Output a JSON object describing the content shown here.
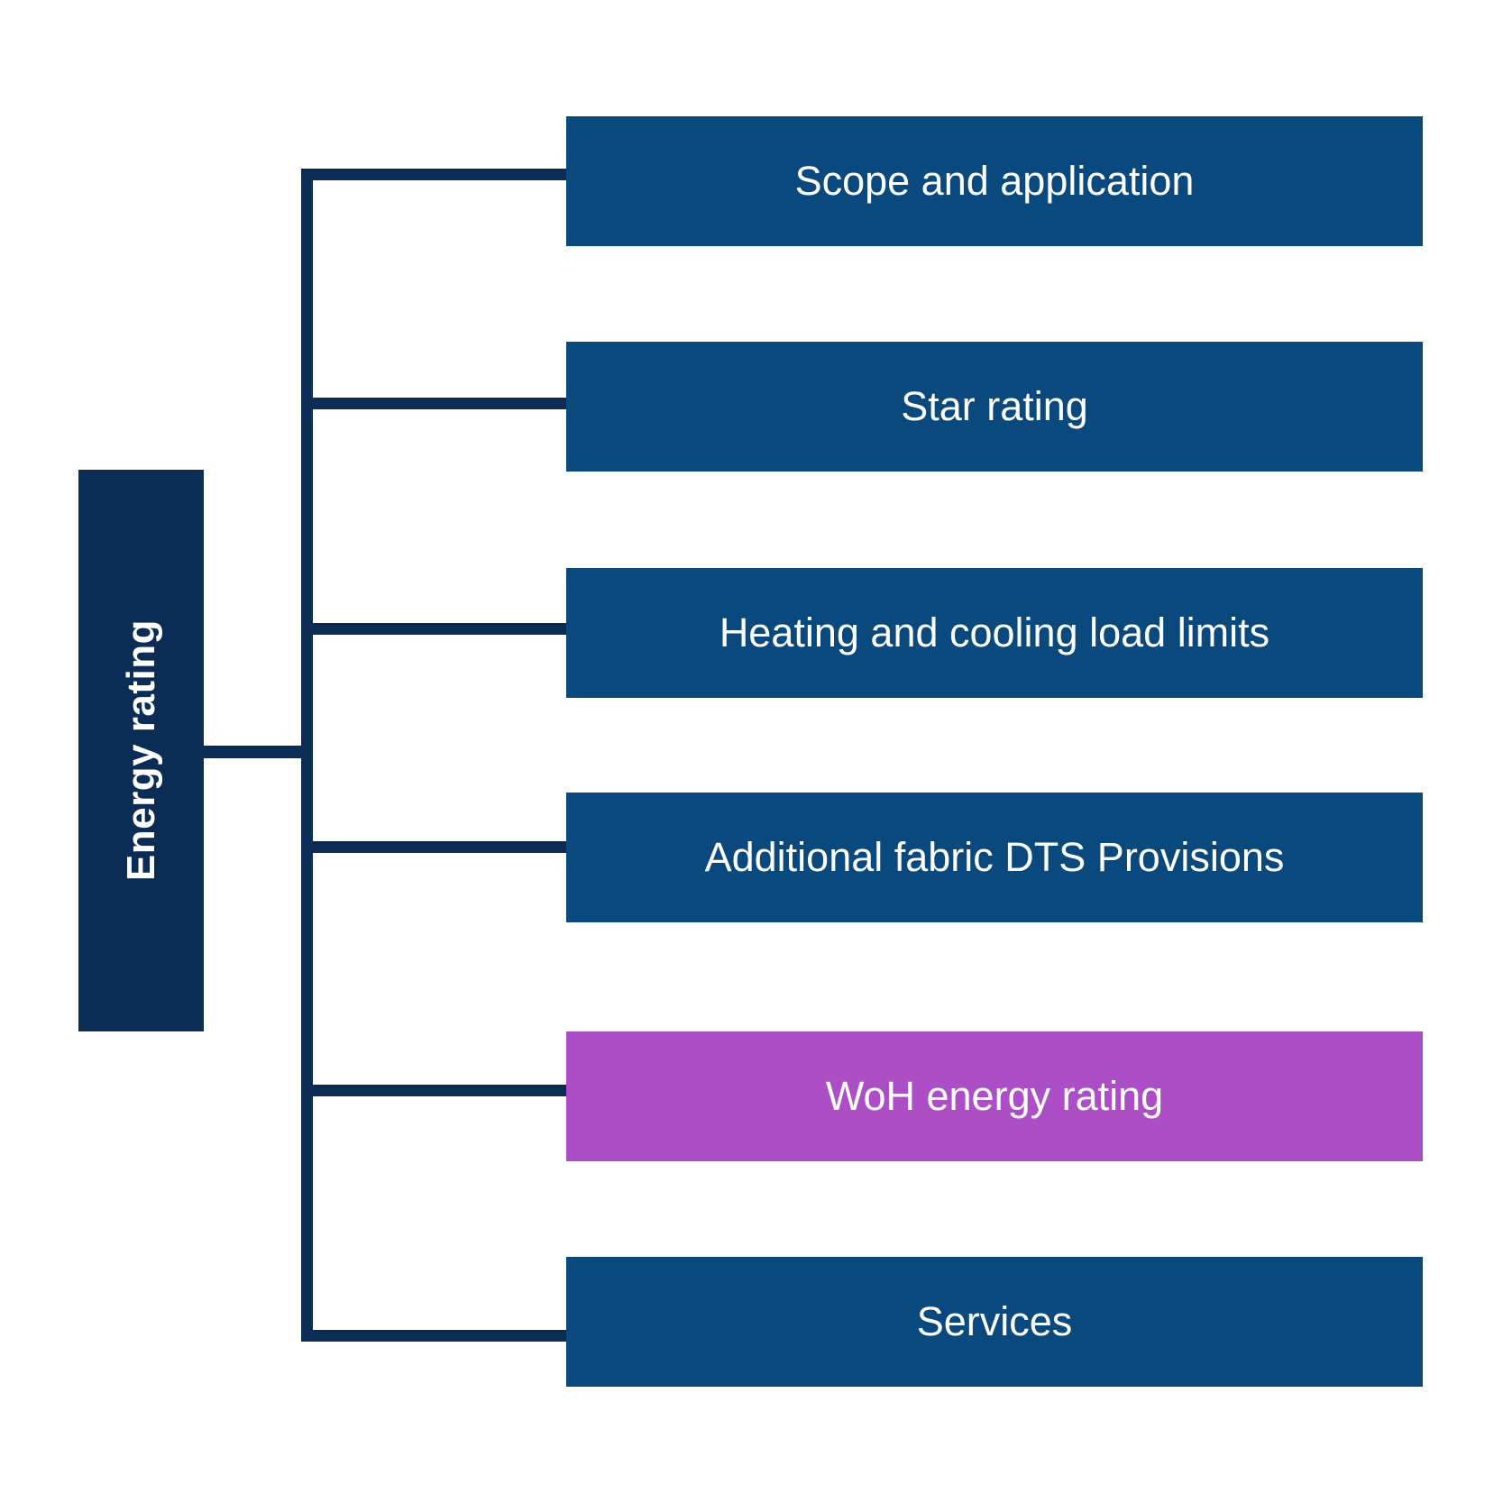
{
  "diagram": {
    "root": {
      "label": "Energy rating"
    },
    "children": [
      {
        "label": "Scope and application",
        "highlighted": false
      },
      {
        "label": "Star rating",
        "highlighted": false
      },
      {
        "label": "Heating and cooling load limits",
        "highlighted": false
      },
      {
        "label": "Additional fabric DTS Provisions",
        "highlighted": false
      },
      {
        "label": "WoH energy rating",
        "highlighted": true
      },
      {
        "label": "Services",
        "highlighted": false
      }
    ],
    "colors": {
      "root": "#0b2c55",
      "connector": "#0b2c55",
      "node": "#09497d",
      "highlight": "#ac4fc6",
      "text": "#ffffff"
    }
  }
}
